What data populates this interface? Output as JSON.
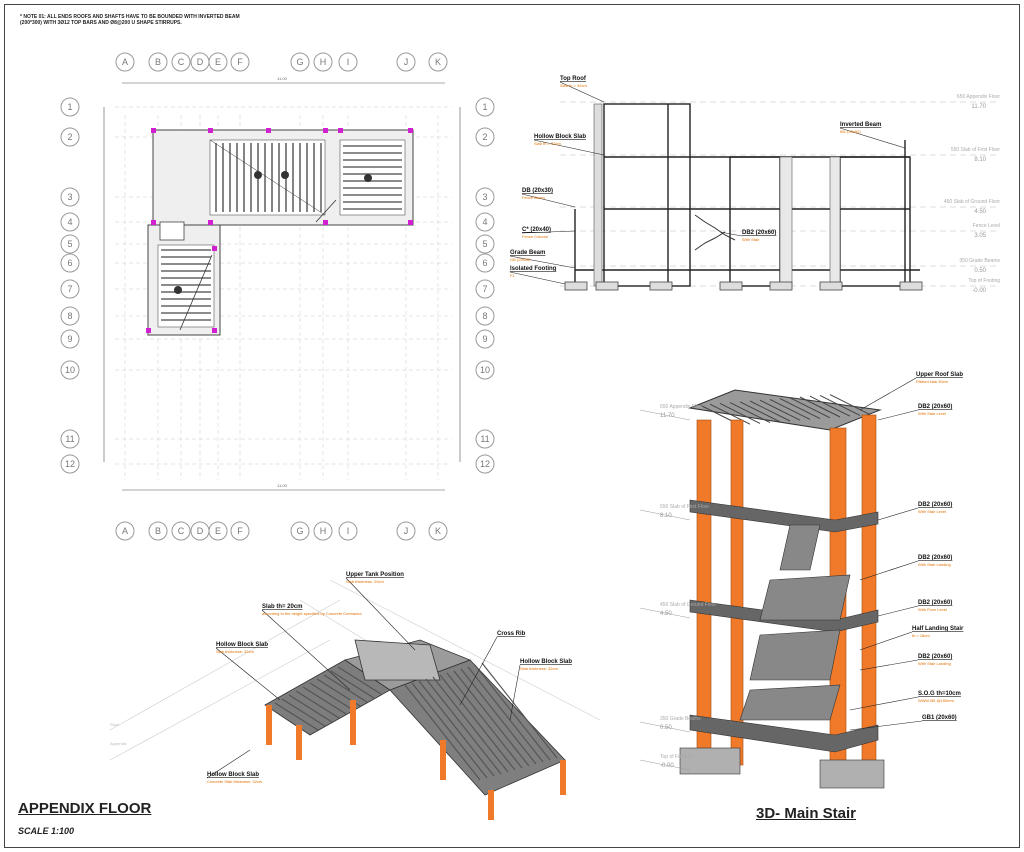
{
  "note": "* NOTE 01: ALL ENDS ROOFS AND SHAFTS HAVE TO BE BOUNDED WITH INVERTED BEAM (200*300) WITH 3Ø12 TOP BARS AND Ø8@200 U SHAPE STIRRUPS.",
  "plan": {
    "col_grids": [
      "A",
      "B",
      "C",
      "D",
      "E",
      "F",
      "G",
      "H",
      "I",
      "J",
      "K"
    ],
    "row_grids": [
      "1",
      "2",
      "3",
      "4",
      "5",
      "6",
      "7",
      "8",
      "9",
      "10",
      "11",
      "12"
    ],
    "overall_dim": "11.00"
  },
  "section": {
    "callouts_left": [
      {
        "label": "Top Roof",
        "sub": "Slab th = 32cm"
      },
      {
        "label": "Hollow Block Slab",
        "sub": "Slab th = 32cm"
      },
      {
        "label": "DB (20x30)",
        "sub": "Fence Beam"
      },
      {
        "label": "C* (20x40)",
        "sub": "Fence Column"
      },
      {
        "label": "Grade Beam",
        "sub": "GB (20x60)"
      },
      {
        "label": "Isolated Footing",
        "sub": "F1"
      }
    ],
    "callouts_right": [
      {
        "label": "Inverted Beam",
        "sub": "IB1 (20x50)"
      },
      {
        "label": "DB2 (20x60)",
        "sub": "With Stair"
      }
    ],
    "levels": [
      {
        "name": "650 Appendix Floor",
        "value": "11.70"
      },
      {
        "name": "550 Slab of First Floor",
        "value": "8.10"
      },
      {
        "name": "450 Slab of Ground Floor",
        "value": "4.50"
      },
      {
        "name": "Fence Level",
        "value": "3.05"
      },
      {
        "name": "350 Grade Beams",
        "value": "0.50"
      },
      {
        "name": "Top of Footing",
        "value": "-0.00"
      }
    ]
  },
  "iso": {
    "callouts": [
      {
        "label": "Upper Tank Position",
        "sub": "Slab thickness: 20cm"
      },
      {
        "label": "Slab th= 20cm",
        "sub": "according to the height specified by Concrete Contractor"
      },
      {
        "label": "Hollow Block Slab",
        "sub": "Slab thickness: 32cm"
      },
      {
        "label": "Cross Rib",
        "sub": ""
      },
      {
        "label": "Hollow Block Slab",
        "sub": "Slab thickness: 32cm"
      },
      {
        "label": "Hollow Block Slab",
        "sub": "Concrete Slab thickness: 32cm"
      }
    ],
    "title": "APPENDIX FLOOR",
    "scale": "SCALE 1:100"
  },
  "stair": {
    "title": "3D- Main Stair",
    "callouts": [
      {
        "label": "Upper Roof Slab",
        "sub": "Ribbed slab 30cm"
      },
      {
        "label": "DB2 (20x60)",
        "sub": "With Stair Level"
      },
      {
        "label": "DB2 (20x60)",
        "sub": "With Stair Level"
      },
      {
        "label": "DB2 (20x60)",
        "sub": "With Stair Landing"
      },
      {
        "label": "DB2 (20x60)",
        "sub": "With Floor Level"
      },
      {
        "label": "Half Landing Stair",
        "sub": "th = 18cm"
      },
      {
        "label": "DB2 (20x60)",
        "sub": "With Stair Landing"
      },
      {
        "label": "S.O.G th=10cm",
        "sub": "WWM Ø6 @150mm"
      },
      {
        "label": "GB1 (20x60)",
        "sub": ""
      }
    ],
    "levels": [
      {
        "name": "650 Appendix Floor",
        "value": "11.70"
      },
      {
        "name": "550 Slab of First Floor",
        "value": "8.10"
      },
      {
        "name": "450 Slab of Ground Floor",
        "value": "4.50"
      },
      {
        "name": "350 Grade Beams",
        "value": "0.50"
      },
      {
        "name": "Top of Footing",
        "value": "-0.00"
      }
    ]
  },
  "colors": {
    "column": "#f07a2a",
    "concrete": "#8a8a8a",
    "dark_concrete": "#5a5a5a",
    "accent": "#e07000"
  }
}
